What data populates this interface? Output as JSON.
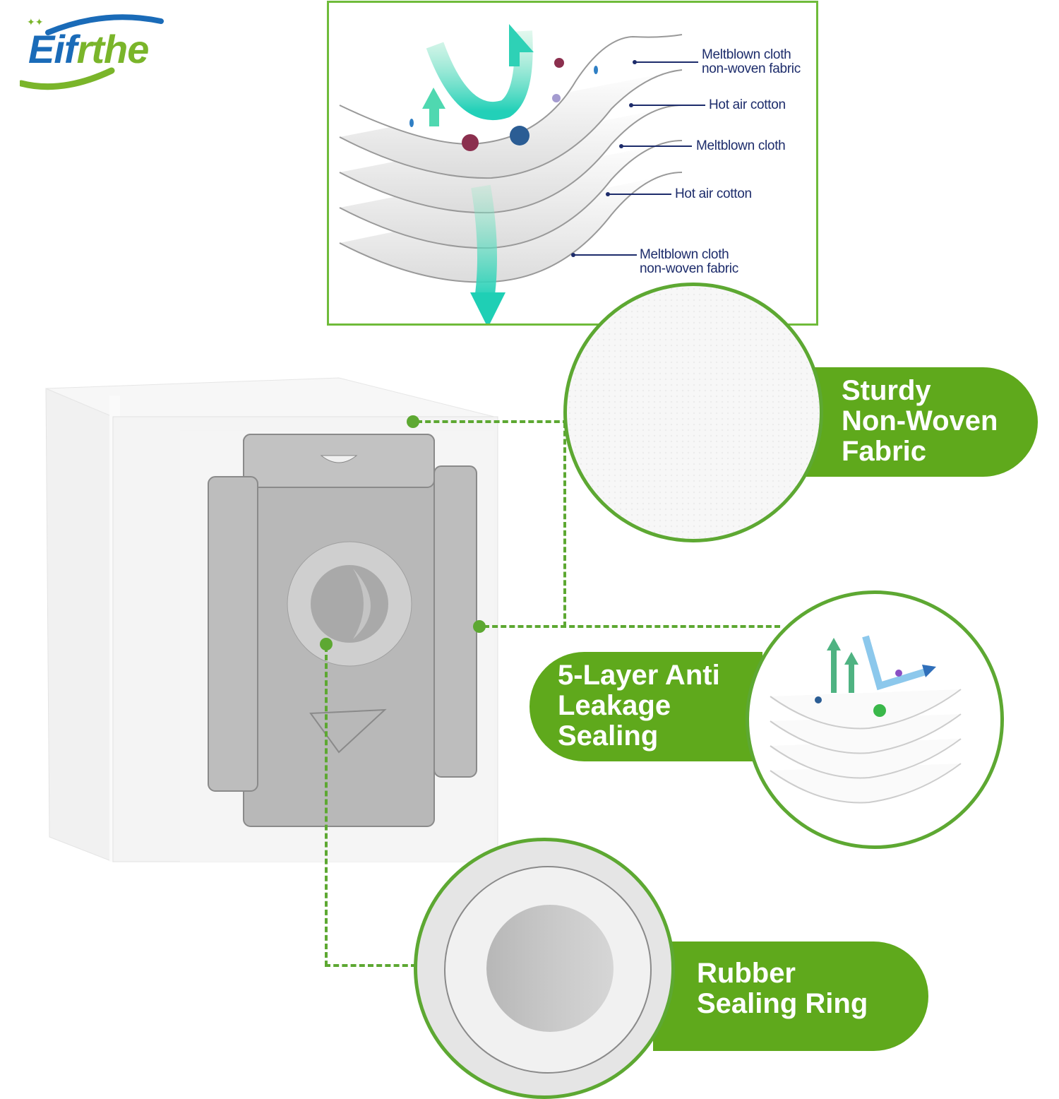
{
  "brand": {
    "logo_part1": "Eif",
    "logo_part2": "rthe",
    "colors": {
      "blue": "#1a6bb8",
      "green": "#7ab52a"
    }
  },
  "layer_diagram": {
    "labels": [
      {
        "line1": "Meltblown cloth",
        "line2": "non-woven fabric"
      },
      {
        "line1": "Hot air cotton",
        "line2": ""
      },
      {
        "line1": "Meltblown cloth",
        "line2": ""
      },
      {
        "line1": "Hot air cotton",
        "line2": ""
      },
      {
        "line1": "Meltblown cloth",
        "line2": "non-woven fabric"
      }
    ],
    "border_color": "#6fbb3a",
    "text_color": "#1d2c6b"
  },
  "features": [
    {
      "line1": "Sturdy",
      "line2": "Non-Woven",
      "line3": "Fabric"
    },
    {
      "line1": "5-Layer Anti",
      "line2": "Leakage",
      "line3": "Sealing"
    },
    {
      "line1": "Rubber",
      "line2": "Sealing Ring",
      "line3": ""
    }
  ],
  "accent_green": "#5fa91c"
}
